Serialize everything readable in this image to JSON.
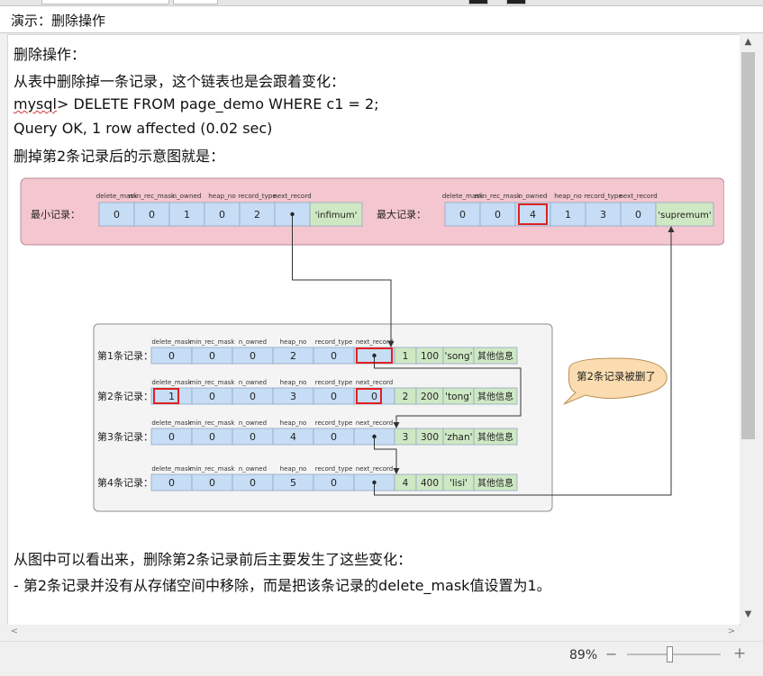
{
  "window": {
    "title": "演示：删除操作"
  },
  "doc": {
    "line1": "删除操作：",
    "line2": "从表中删除掉一条记录，这个链表也是会跟着变化：",
    "sql_prompt": "mysql",
    "sql_rest": "> DELETE FROM page_demo WHERE c1 = 2;",
    "sql_result": "Query OK, 1 row affected (0.02 sec)",
    "line5": "删掉第2条记录后的示意图就是：",
    "line6": "从图中可以看出来，删除第2条记录前后主要发生了这些变化：",
    "line7": "- 第2条记录并没有从存储空间中移除，而是把该条记录的delete_mask值设置为1。"
  },
  "diagram": {
    "headers": [
      "delete_mask",
      "min_rec_mask",
      "n_owned",
      "heap_no",
      "record_type",
      "next_record"
    ],
    "min_record": {
      "label": "最小记录：",
      "values": [
        "0",
        "0",
        "1",
        "0",
        "2"
      ],
      "tag": "'infimum'"
    },
    "max_record": {
      "label": "最大记录：",
      "values": [
        "0",
        "0",
        "4",
        "1",
        "3",
        "0"
      ],
      "tag": "'supremum'"
    },
    "records": [
      {
        "label": "第1条记录：",
        "values": [
          "0",
          "0",
          "0",
          "2",
          "0"
        ],
        "data": [
          "1",
          "100",
          "'song'",
          "其他信息"
        ]
      },
      {
        "label": "第2条记录：",
        "values": [
          "1",
          "0",
          "0",
          "3",
          "0"
        ],
        "next": "0",
        "data": [
          "2",
          "200",
          "'tong'",
          "其他信息"
        ]
      },
      {
        "label": "第3条记录：",
        "values": [
          "0",
          "0",
          "0",
          "4",
          "0"
        ],
        "data": [
          "3",
          "300",
          "'zhan'",
          "其他信息"
        ]
      },
      {
        "label": "第4条记录：",
        "values": [
          "0",
          "0",
          "0",
          "5",
          "0"
        ],
        "data": [
          "4",
          "400",
          "'lisi'",
          "其他信息"
        ]
      }
    ],
    "callout": "第2条记录被删了"
  },
  "status": {
    "zoom": "89%",
    "minus": "−",
    "plus": "+"
  },
  "scroll": {
    "up": "▲",
    "down": "▼",
    "left": "<",
    "right": ">"
  },
  "colors": {
    "pink_panel": "#f4c6cf",
    "cell_blue": "#c6ddf5",
    "cell_green": "#cfe8c4",
    "highlight": "#e02020",
    "callout": "#fbdcb0"
  }
}
